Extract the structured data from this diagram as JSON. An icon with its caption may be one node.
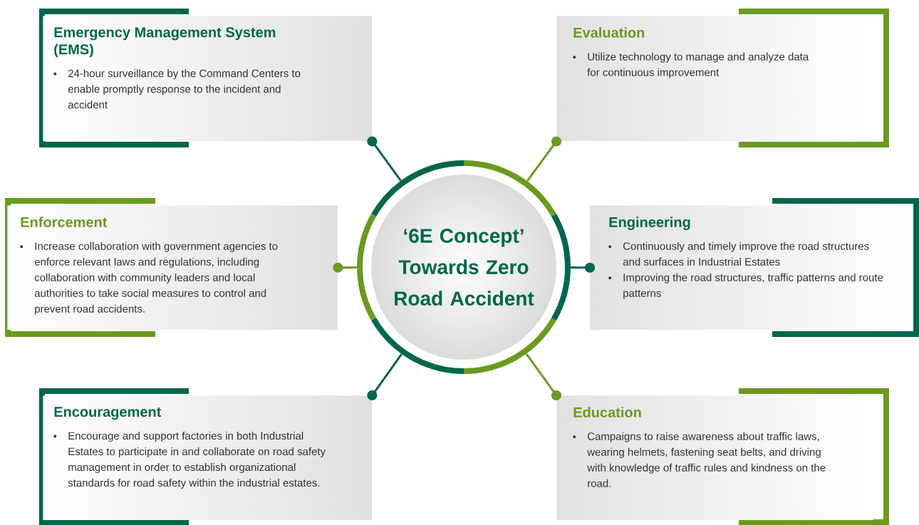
{
  "diagram": {
    "nodes": [
      {
        "text": [
          "‘6E Concept’ Towards Zero Road Accident"
        ]
      },
      {
        "text": [
          "Emergency Management System (EMS)",
          "24-hour surveillance by the Command Centers to enable promptly response to the incident and accident"
        ]
      },
      {
        "text": [
          "Evaluation",
          "Utilize technology to manage and analyze data for continuous improvement"
        ]
      },
      {
        "text": [
          "Enforcement",
          "Increase collaboration with government agencies to enforce relevant laws and regulations, including collaboration with community leaders and local authorities to take social measures to control and prevent road accidents."
        ]
      },
      {
        "text": [
          "Engineering",
          "Continuously and timely improve the road structures and surfaces in Industrial Estates",
          "Improving the road structures, traffic patterns and route patterns"
        ]
      },
      {
        "text": [
          "Encouragement",
          "Encourage and support factories in both Industrial Estates to participate in and collaborate on road safety management in order to establish organizational standards for road safety within the industrial estates."
        ]
      },
      {
        "text": [
          "Education",
          "Campaigns to raise awareness about traffic laws, wearing helmets, fastening seat belts, and driving with knowledge of traffic rules and kindness on the road."
        ]
      }
    ],
    "edges": [
      {
        "from": 0,
        "to": 1,
        "arrow": "other"
      },
      {
        "from": 0,
        "to": 2,
        "arrow": "other",
        "color": "#6a9a1f"
      },
      {
        "from": 0,
        "to": 3,
        "arrow": "other",
        "color": "#6a9a1f"
      },
      {
        "from": 0,
        "to": 4,
        "arrow": "other"
      },
      {
        "from": 0,
        "to": 5,
        "arrow": "other"
      },
      {
        "from": 0,
        "to": 6,
        "arrow": "other",
        "color": "#6a9a1f"
      }
    ]
  }
}
